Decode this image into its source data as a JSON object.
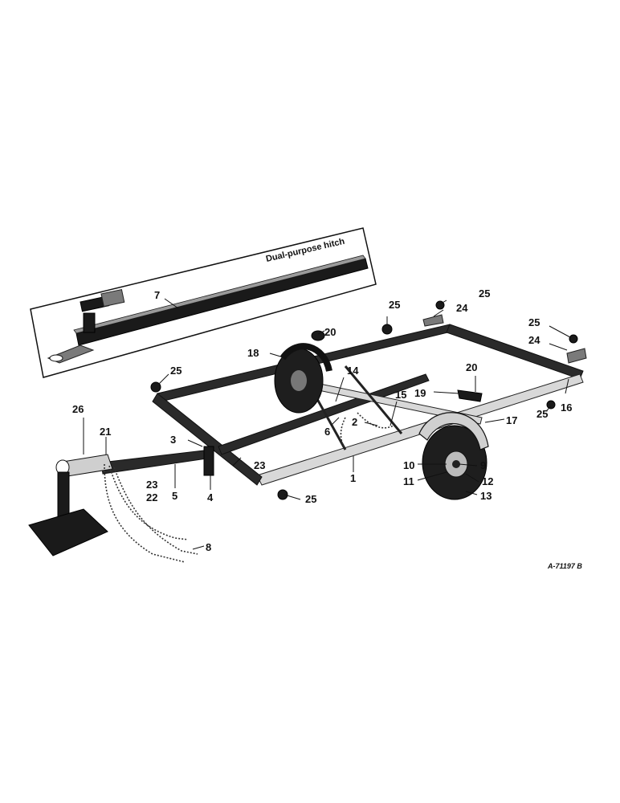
{
  "inset": {
    "title": "Dual-purpose hitch"
  },
  "figure_code": "A-71197 B",
  "callouts": {
    "c1": "1",
    "c2": "2",
    "c3": "3",
    "c4": "4",
    "c5": "5",
    "c6": "6",
    "c7": "7",
    "c8": "8",
    "c9": "9",
    "c10": "10",
    "c11": "11",
    "c12": "12",
    "c13": "13",
    "c14": "14",
    "c15": "15",
    "c16": "16",
    "c17": "17",
    "c18": "18",
    "c19": "19",
    "c20": "20",
    "c21": "21",
    "c22": "22",
    "c23": "23",
    "c24": "24",
    "c25": "25",
    "c26": "26"
  }
}
